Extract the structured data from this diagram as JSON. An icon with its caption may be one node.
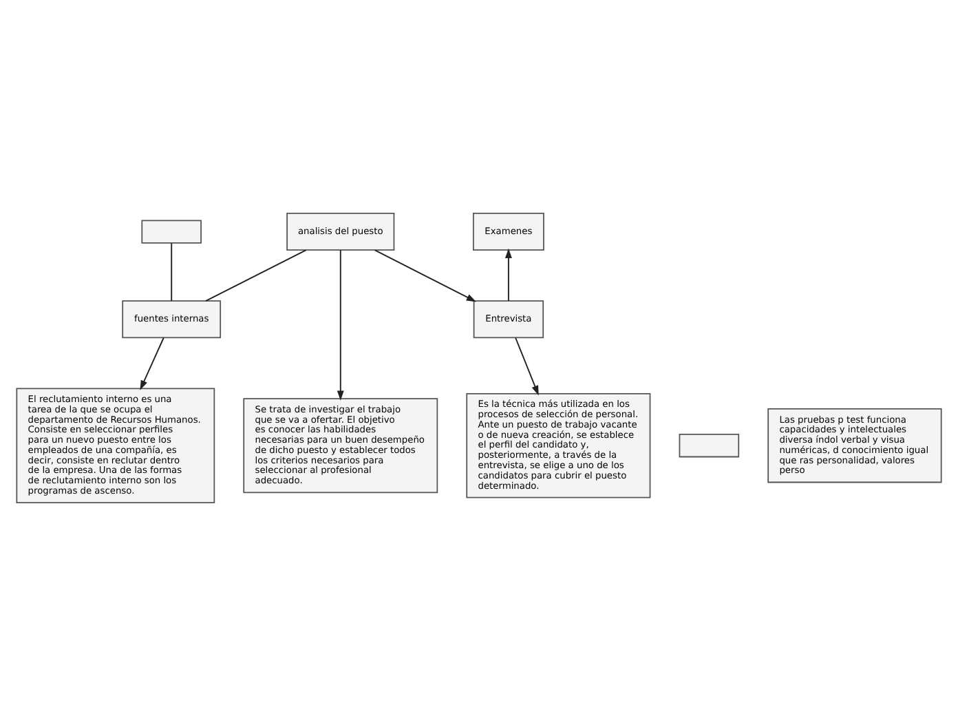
{
  "diagram": {
    "nodes": [
      {
        "text": [],
        "shape": "box"
      },
      {
        "text": [
          "fuentes internas"
        ]
      },
      {
        "text": [
          "Entrevista"
        ]
      },
      {
        "text": [
          "analisis del puesto"
        ]
      },
      {
        "text": [
          "Examenes"
        ]
      },
      {
        "text": [],
        "shape": "box"
      },
      {
        "text": [
          "El reclutamiento interno es una tarea de la que se ocupa el departamento de Recursos Humanos. Consiste en seleccionar perfiles para un nuevo puesto entre los empleados de una compañía, es decir, consiste en reclutar dentro de la empresa. Una de las formas de reclutamiento interno son los programas de ascenso."
        ]
      },
      {
        "text": [
          "Es la técnica más utilizada en los procesos de selección de personal. Ante un puesto de trabajo vacante o de nueva creación, se establece el perfil del candidato y, posteriormente, a través de la entrevista, se elige a uno de los candidatos para cubrir el puesto determinado."
        ]
      },
      {
        "text": [
          "Se trata de investigar el trabajo que se va a ofertar. El objetivo es conocer las habilidades necesarias para un buen desempeño de dicho puesto y establecer todos los criterios necesarios para seleccionar al profesional adecuado."
        ]
      },
      {
        "text": [
          "Las pruebas p test funciona capacidades y intelectuales diversa índol verbal y visua numéricas, d conocimiento igual que ras personalidad, valores perso"
        ]
      }
    ],
    "edges": [
      {
        "from": 1,
        "to": 0,
        "arrow": "none"
      },
      {
        "from": 1,
        "to": 6,
        "arrow": "to"
      },
      {
        "from": 1,
        "to": 3,
        "arrow": "none"
      },
      {
        "from": 3,
        "to": 2,
        "arrow": "to"
      },
      {
        "from": 3,
        "to": 8,
        "arrow": "to"
      },
      {
        "from": 2,
        "to": 7,
        "arrow": "to"
      },
      {
        "from": 2,
        "to": 4,
        "arrow": "to"
      }
    ]
  }
}
